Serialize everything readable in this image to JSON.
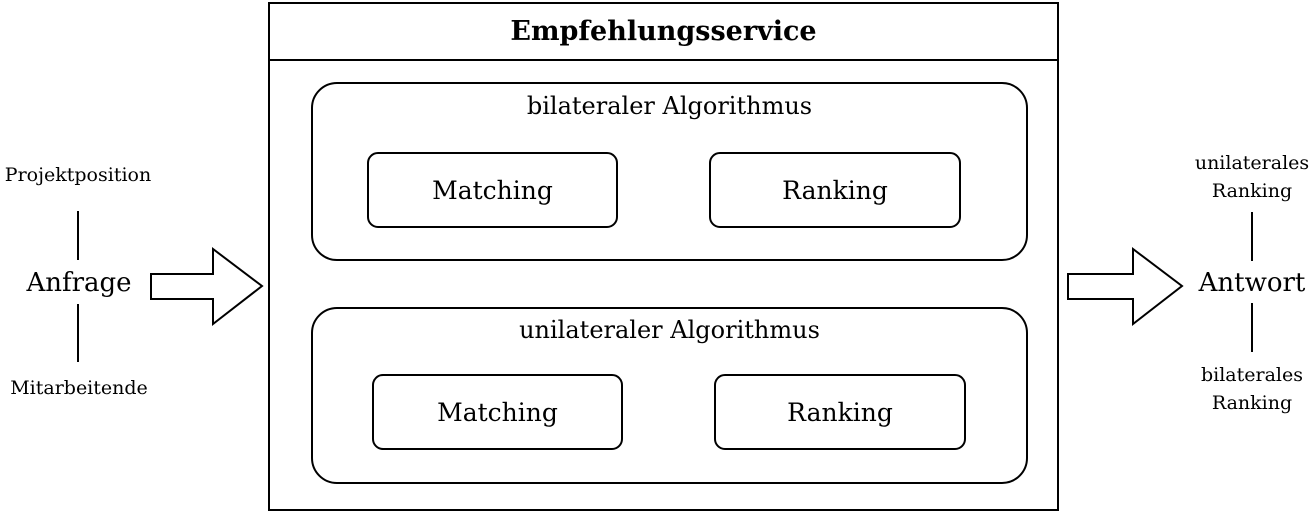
{
  "service": {
    "title": "Empfehlungsservice"
  },
  "input": {
    "label": "Anfrage",
    "top_label": "Projektposition",
    "bottom_label": "Mitarbeitende"
  },
  "output": {
    "label": "Antwort",
    "top_label": "unilaterales Ranking",
    "bottom_label": "bilaterales Ranking"
  },
  "algorithms": [
    {
      "title": "bilateraler Algorithmus",
      "step1": "Matching",
      "step2": "Ranking"
    },
    {
      "title": "unilateraler Algorithmus",
      "step1": "Matching",
      "step2": "Ranking"
    }
  ]
}
